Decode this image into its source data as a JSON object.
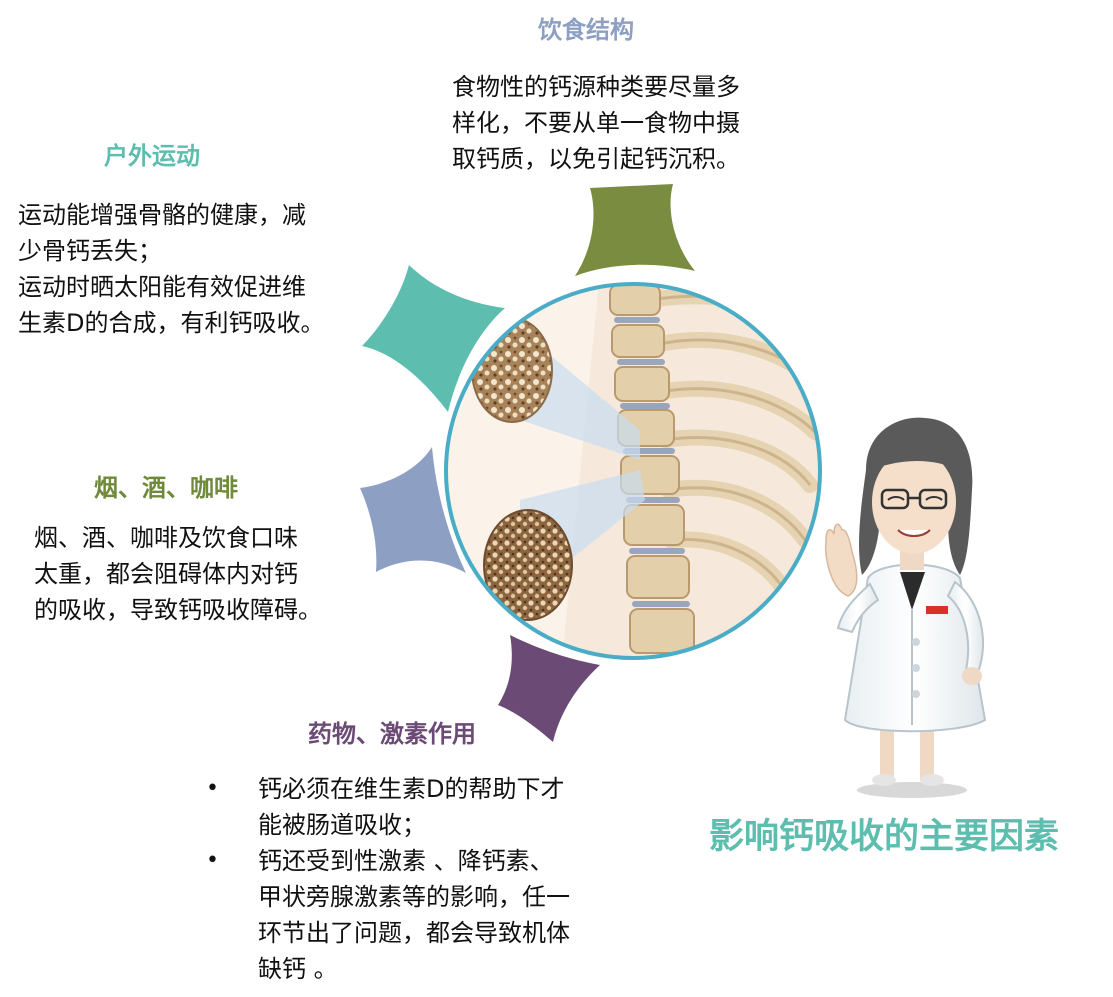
{
  "colors": {
    "diet": "#7a8c3f",
    "outdoor": "#5dbdae",
    "smoke": "#8e9fc4",
    "medicine": "#6b4a75",
    "circle": "#4bacc6",
    "title": "#5dbdae",
    "heading_diet": "#8e9fc4",
    "heading_outdoor": "#5dbdae",
    "heading_smoke": "#6f8a3a",
    "heading_medicine": "#6b4a75"
  },
  "diet": {
    "heading": "饮食结构",
    "lines": [
      "食物性的钙源种类要尽量多",
      "样化，不要从单一食物中摄",
      "取钙质，以免引起钙沉积。"
    ]
  },
  "outdoor": {
    "heading": "户外运动",
    "lines": [
      "运动能增强骨骼的健康，减",
      "少骨钙丢失；",
      "运动时晒太阳能有效促进维",
      "生素D的合成，有利钙吸收。"
    ]
  },
  "smoke": {
    "heading": "烟、酒、咖啡",
    "lines": [
      "烟、酒、咖啡及饮食口味",
      "太重，都会阻碍体内对钙",
      "的吸收，导致钙吸收障碍。"
    ]
  },
  "medicine": {
    "heading": "药物、激素作用",
    "bullet_symbol": "•",
    "bullets": [
      {
        "lines": [
          "钙必须在维生素D的帮助下才",
          "能被肠道吸收；"
        ]
      },
      {
        "lines": [
          "钙还受到性激素 、降钙素、",
          "甲状旁腺激素等的影响，任一",
          "环节出了问题，都会导致机体",
          "缺钙 。"
        ]
      }
    ]
  },
  "title": "影响钙吸收的主要因素"
}
